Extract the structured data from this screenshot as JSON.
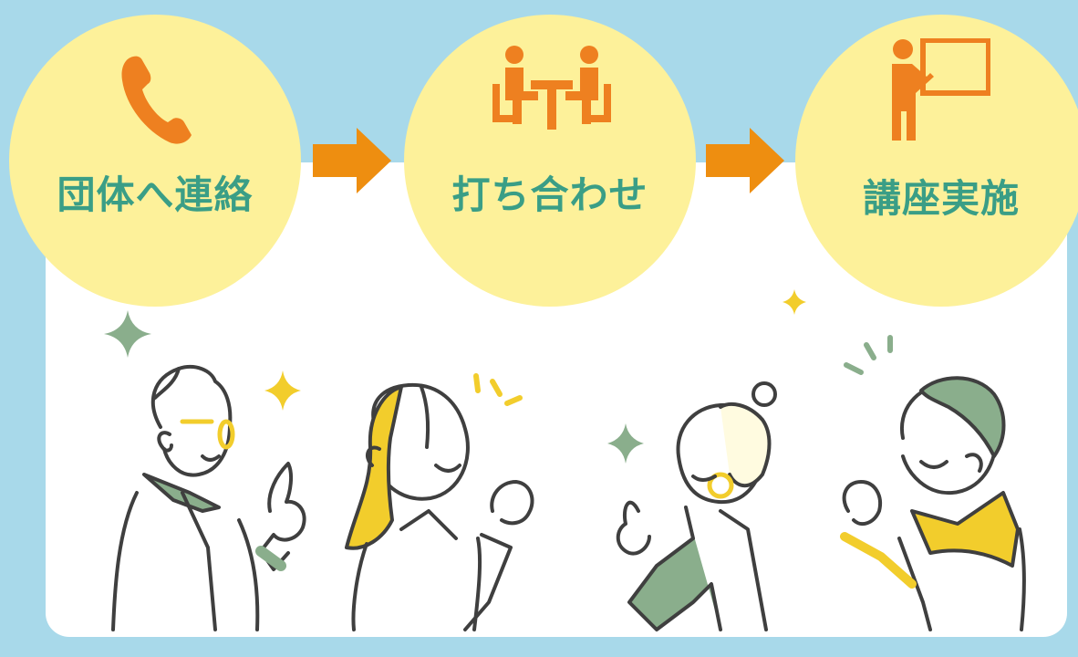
{
  "steps": [
    {
      "label": "団体へ連絡",
      "icon": "phone-icon"
    },
    {
      "label": "打ち合わせ",
      "icon": "meeting-icon"
    },
    {
      "label": "講座実施",
      "icon": "lecture-icon"
    }
  ],
  "colors": {
    "background": "#a8d9ea",
    "panel": "#ffffff",
    "circle": "#fdf19a",
    "label": "#3a9e86",
    "icon": "#ee8020",
    "arrow": "#ee8e10",
    "green_accent": "#8aae8c",
    "yellow_accent": "#f2cd2c"
  }
}
